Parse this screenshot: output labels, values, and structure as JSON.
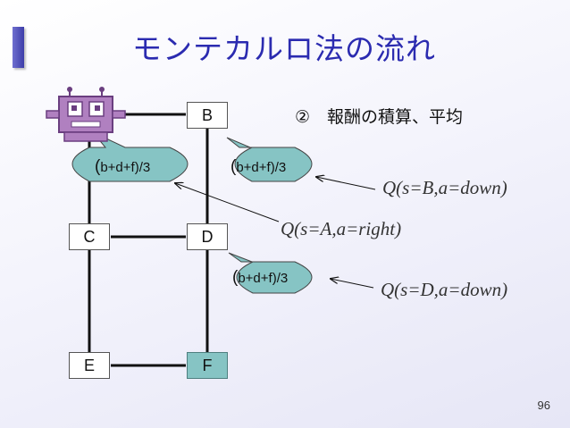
{
  "slide": {
    "title": "モンテカルロ法の流れ",
    "subtitle": "②　報酬の積算、平均",
    "page_number": "96",
    "colors": {
      "title": "#2b2bb0",
      "bubble_fill": "#86c4c4",
      "goal_fill": "#86c4c4"
    }
  },
  "grid": {
    "nodes": {
      "B": "B",
      "C": "C",
      "D": "D",
      "E": "E",
      "F": "F"
    }
  },
  "bubbles": {
    "a": {
      "open": "(",
      "text": "b+d+f)/3"
    },
    "b": {
      "open": "(",
      "text": "b+d+f)/3"
    },
    "d": {
      "open": "(",
      "text": "b+d+f)/3"
    }
  },
  "q_labels": {
    "b_down": "Q(s=B,a=down)",
    "a_right": "Q(s=A,a=right)",
    "d_down": "Q(s=D,a=down)"
  },
  "icons": {
    "agent": "robot-agent-icon"
  }
}
